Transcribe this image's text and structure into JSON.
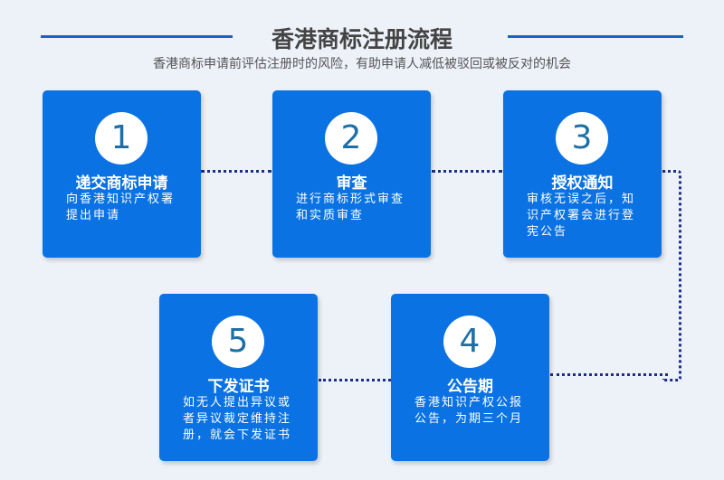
{
  "header": {
    "title": "香港商标注册流程",
    "subtitle": "香港商标申请前评估注册时的风险，有助申请人减低被驳回或被反对的机会"
  },
  "steps": [
    {
      "number": "1",
      "title": "递交商标申请",
      "desc": "向香港知识产权署提出申请"
    },
    {
      "number": "2",
      "title": "审查",
      "desc": "进行商标形式审查和实质审查"
    },
    {
      "number": "3",
      "title": "授权通知",
      "desc": "审核无误之后，知识产权署会进行登宪公告"
    },
    {
      "number": "4",
      "title": "公告期",
      "desc": "香港知识产权公报公告，为期三个月"
    },
    {
      "number": "5",
      "title": "下发证书",
      "desc": "如无人提出异议或者异议裁定维持注册，就会下发证书"
    }
  ],
  "colors": {
    "card": "#0a72e3",
    "line": "#1a63c4",
    "connector": "#1a2f8a"
  }
}
